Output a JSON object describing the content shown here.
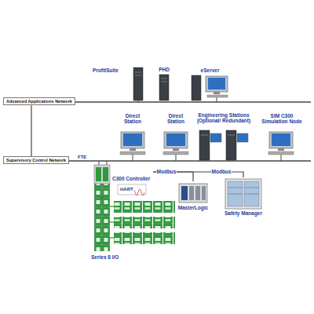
{
  "diagram": {
    "nodes": [
      {
        "text": [
          "Advanced Applications Network"
        ]
      },
      {
        "text": [
          "ProfitSuite"
        ]
      },
      {
        "text": [
          "PHD"
        ]
      },
      {
        "text": [
          "eServer"
        ]
      },
      {
        "text": [
          "Supervisory Control Network"
        ]
      },
      {
        "text": [
          "Direct Station"
        ]
      },
      {
        "text": [
          "Direct Station"
        ]
      },
      {
        "text": [
          "Engineering Stations (Optional/ Redundant)"
        ]
      },
      {
        "text": [
          "SIM C300 Simulation Node"
        ]
      },
      {
        "text": [
          "C300 Controller"
        ]
      },
      {
        "text": [
          "MasterLogic"
        ]
      },
      {
        "text": [
          "Safety Manager"
        ]
      },
      {
        "text": [
          "Series 8 I/O"
        ]
      }
    ],
    "edges": [
      {
        "from": 9,
        "to": 12,
        "arrow": "none"
      },
      {
        "from": 9,
        "to": 10,
        "label": "Modbus",
        "arrow": "none"
      },
      {
        "from": 9,
        "to": 11,
        "label": "Modbus",
        "arrow": "none"
      },
      {
        "from": 0,
        "to": 4,
        "arrow": "none"
      }
    ],
    "labels": [
      "FTE",
      "HART"
    ]
  }
}
